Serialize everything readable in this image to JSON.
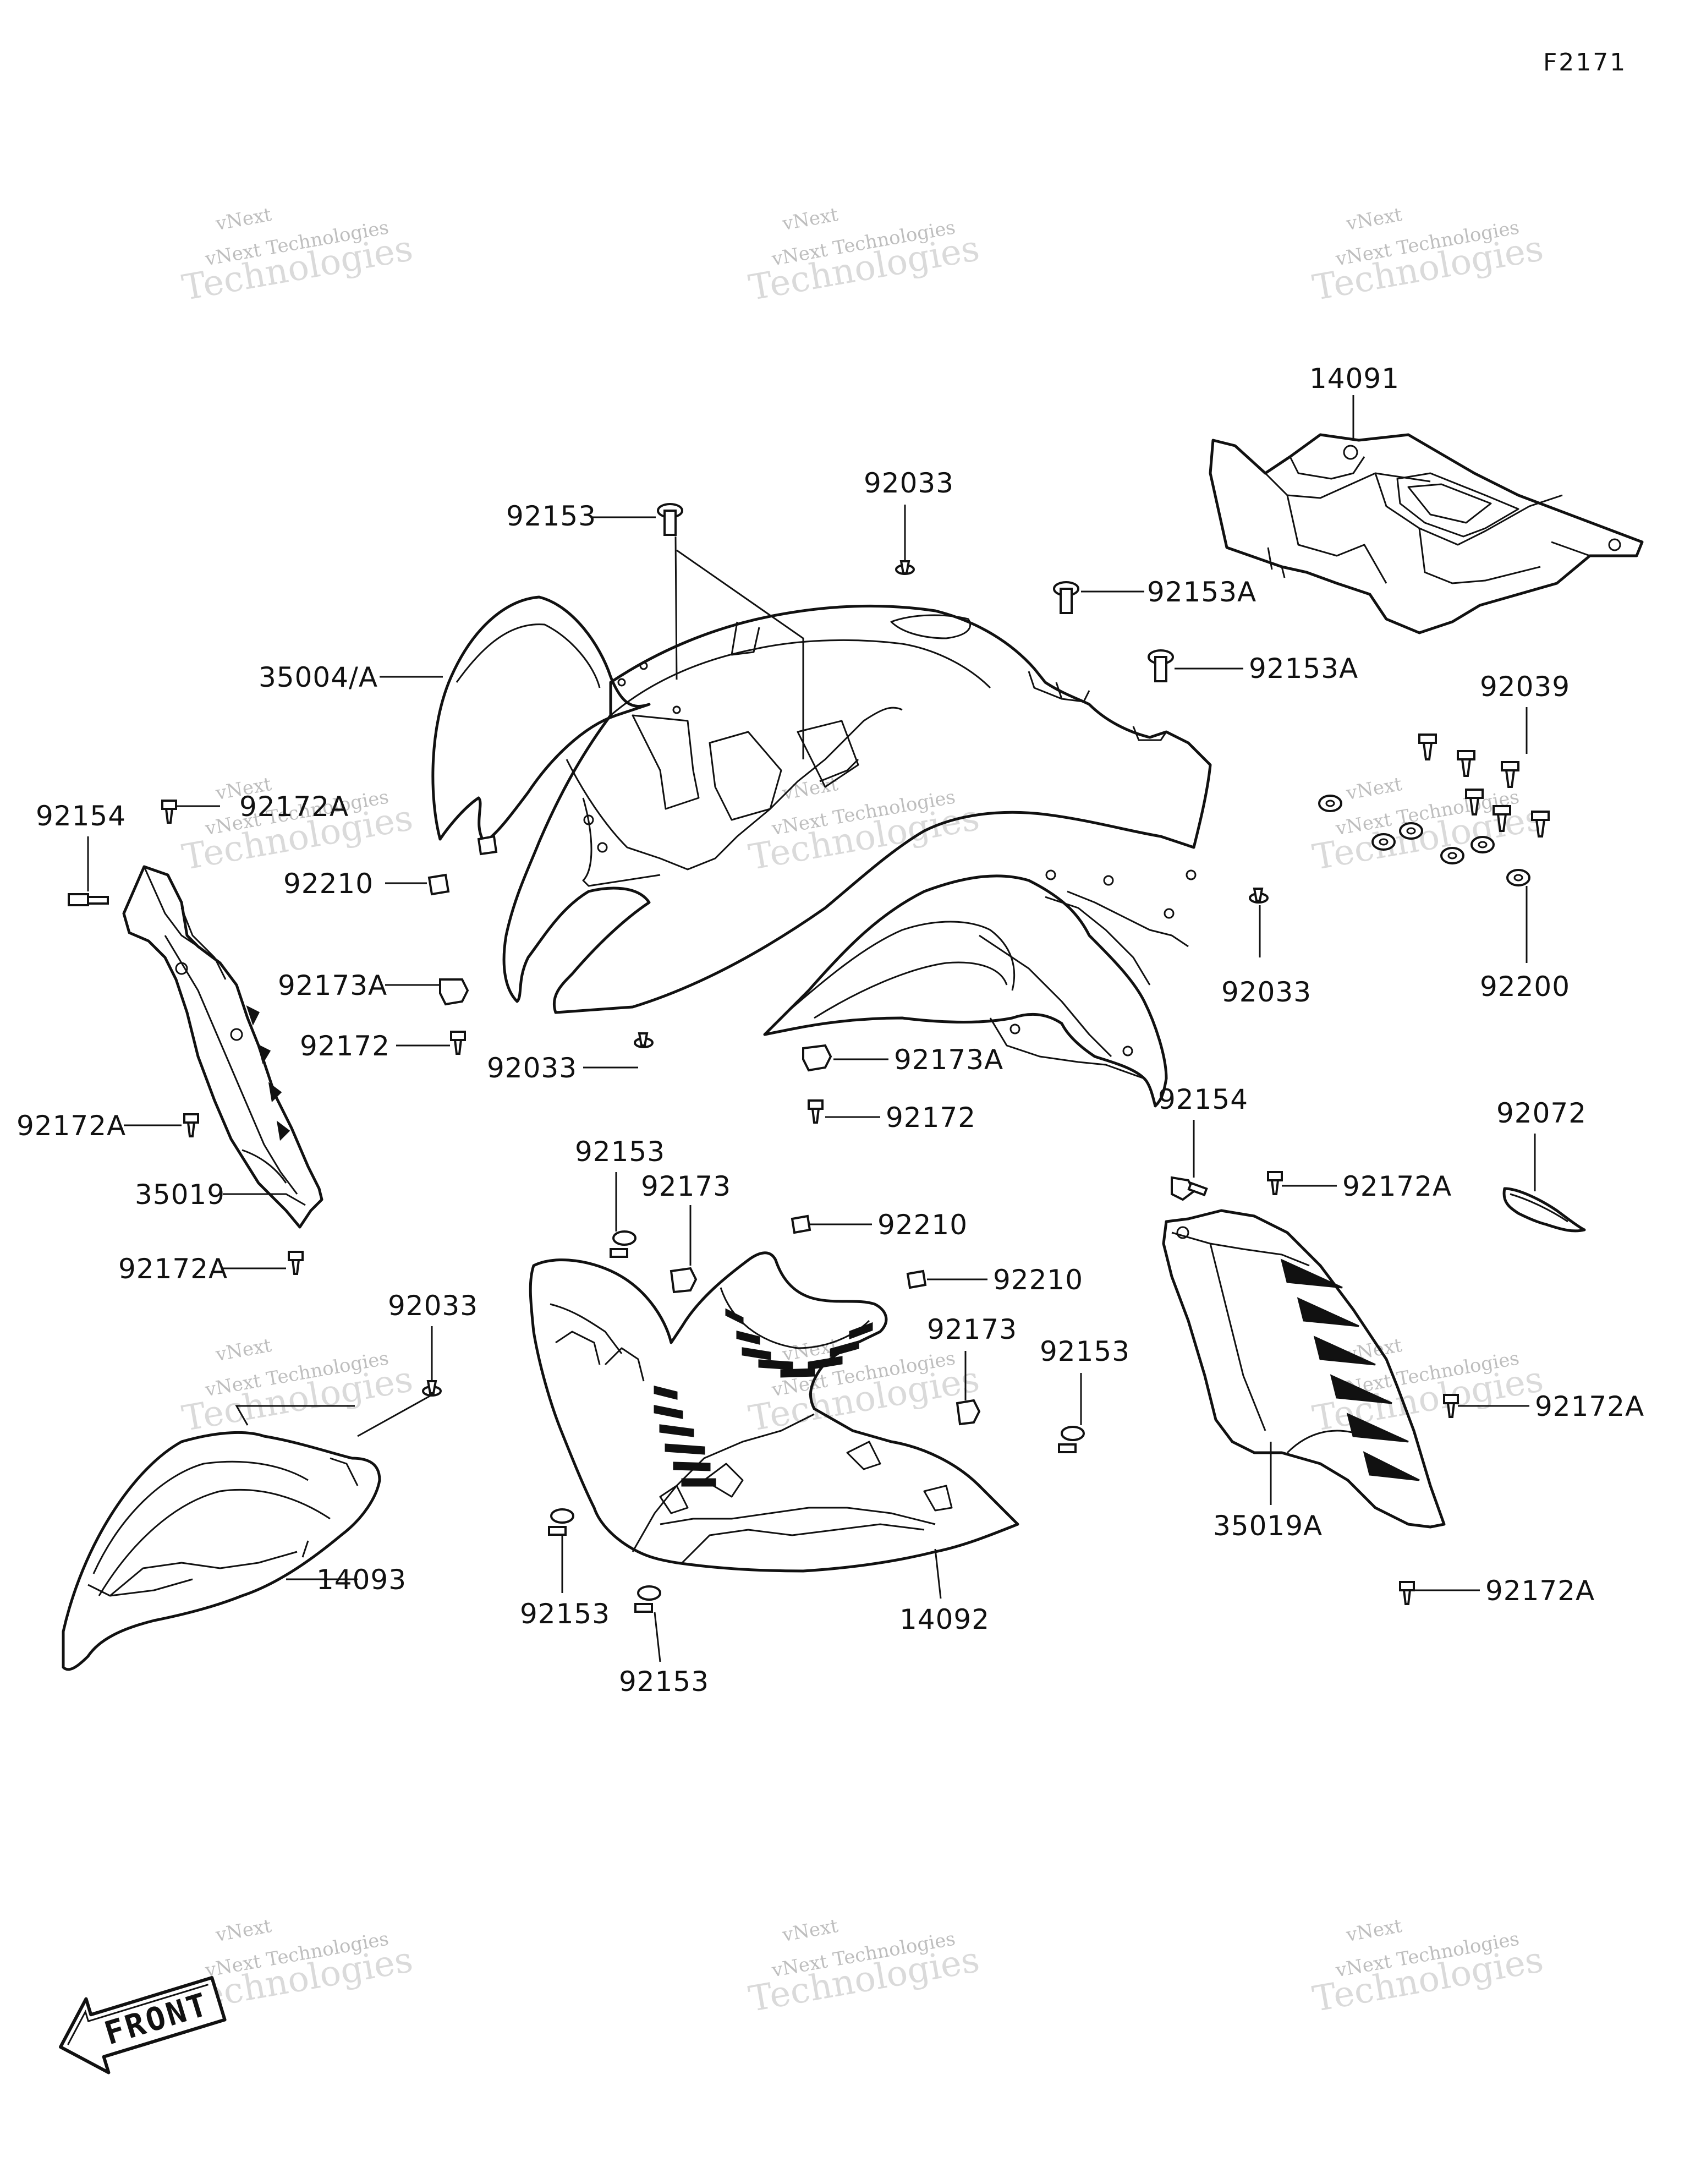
{
  "figure_code": "F2171",
  "watermark": {
    "line1": "vNext Technologies",
    "line2": "Technologies",
    "accent": "vNext"
  },
  "front_label": "FRONT",
  "callouts": [
    {
      "id": "c01",
      "text": "14091"
    },
    {
      "id": "c02",
      "text": "92153"
    },
    {
      "id": "c03",
      "text": "92033"
    },
    {
      "id": "c04",
      "text": "92153A"
    },
    {
      "id": "c05",
      "text": "35004/A"
    },
    {
      "id": "c06",
      "text": "92153A"
    },
    {
      "id": "c07",
      "text": "92039"
    },
    {
      "id": "c08",
      "text": "92154"
    },
    {
      "id": "c09",
      "text": "92172A"
    },
    {
      "id": "c10",
      "text": "92210"
    },
    {
      "id": "c11",
      "text": "92173A"
    },
    {
      "id": "c12",
      "text": "92033"
    },
    {
      "id": "c13",
      "text": "92200"
    },
    {
      "id": "c14",
      "text": "92172"
    },
    {
      "id": "c15",
      "text": "92033"
    },
    {
      "id": "c16",
      "text": "92173A"
    },
    {
      "id": "c17",
      "text": "92172A"
    },
    {
      "id": "c18",
      "text": "92172"
    },
    {
      "id": "c19",
      "text": "92154"
    },
    {
      "id": "c20",
      "text": "92072"
    },
    {
      "id": "c21",
      "text": "92153"
    },
    {
      "id": "c22",
      "text": "92173"
    },
    {
      "id": "c23",
      "text": "35019"
    },
    {
      "id": "c24",
      "text": "92210"
    },
    {
      "id": "c25",
      "text": "92172A"
    },
    {
      "id": "c26",
      "text": "92172A"
    },
    {
      "id": "c27",
      "text": "92210"
    },
    {
      "id": "c28",
      "text": "92033"
    },
    {
      "id": "c29",
      "text": "92173"
    },
    {
      "id": "c30",
      "text": "92153"
    },
    {
      "id": "c31",
      "text": "92172A"
    },
    {
      "id": "c32",
      "text": "14093"
    },
    {
      "id": "c33",
      "text": "35019A"
    },
    {
      "id": "c34",
      "text": "92153"
    },
    {
      "id": "c35",
      "text": "14092"
    },
    {
      "id": "c36",
      "text": "92172A"
    },
    {
      "id": "c37",
      "text": "92153"
    }
  ]
}
